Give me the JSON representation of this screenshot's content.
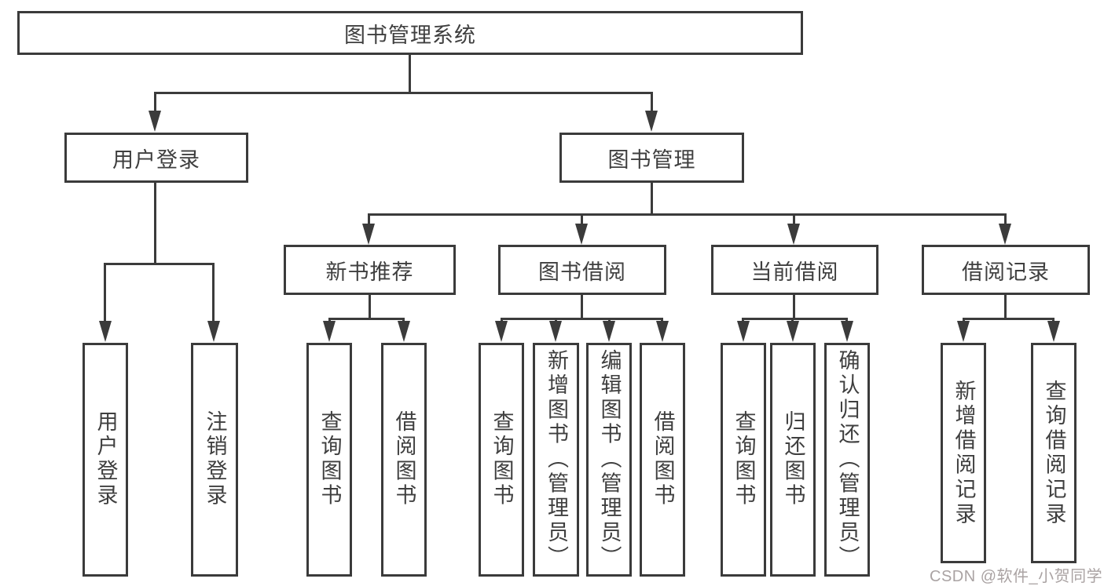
{
  "diagram_title": "图书管理系统",
  "tree": {
    "root": {
      "label": "图书管理系统"
    },
    "children": [
      {
        "label": "用户登录",
        "children": [
          {
            "label": "用户登录"
          },
          {
            "label": "注销登录"
          }
        ]
      },
      {
        "label": "图书管理",
        "children": [
          {
            "label": "新书推荐",
            "children": [
              {
                "label": "查询图书"
              },
              {
                "label": "借阅图书"
              }
            ]
          },
          {
            "label": "图书借阅",
            "children": [
              {
                "label": "查询图书"
              },
              {
                "label": "新增图书（管理员）"
              },
              {
                "label": "编辑图书（管理员）"
              },
              {
                "label": "借阅图书"
              }
            ]
          },
          {
            "label": "当前借阅",
            "children": [
              {
                "label": "查询图书"
              },
              {
                "label": "归还图书"
              },
              {
                "label": "确认归还（管理员）"
              }
            ]
          },
          {
            "label": "借阅记录",
            "children": [
              {
                "label": "新增借阅记录"
              },
              {
                "label": "查询借阅记录"
              }
            ]
          }
        ]
      }
    ]
  },
  "watermark": "CSDN @软件_小贺同学",
  "colors": {
    "line": "#3b3b3b",
    "text": "#3f3f3f",
    "watermark": "#aaa3a3",
    "background": "#ffffff"
  }
}
